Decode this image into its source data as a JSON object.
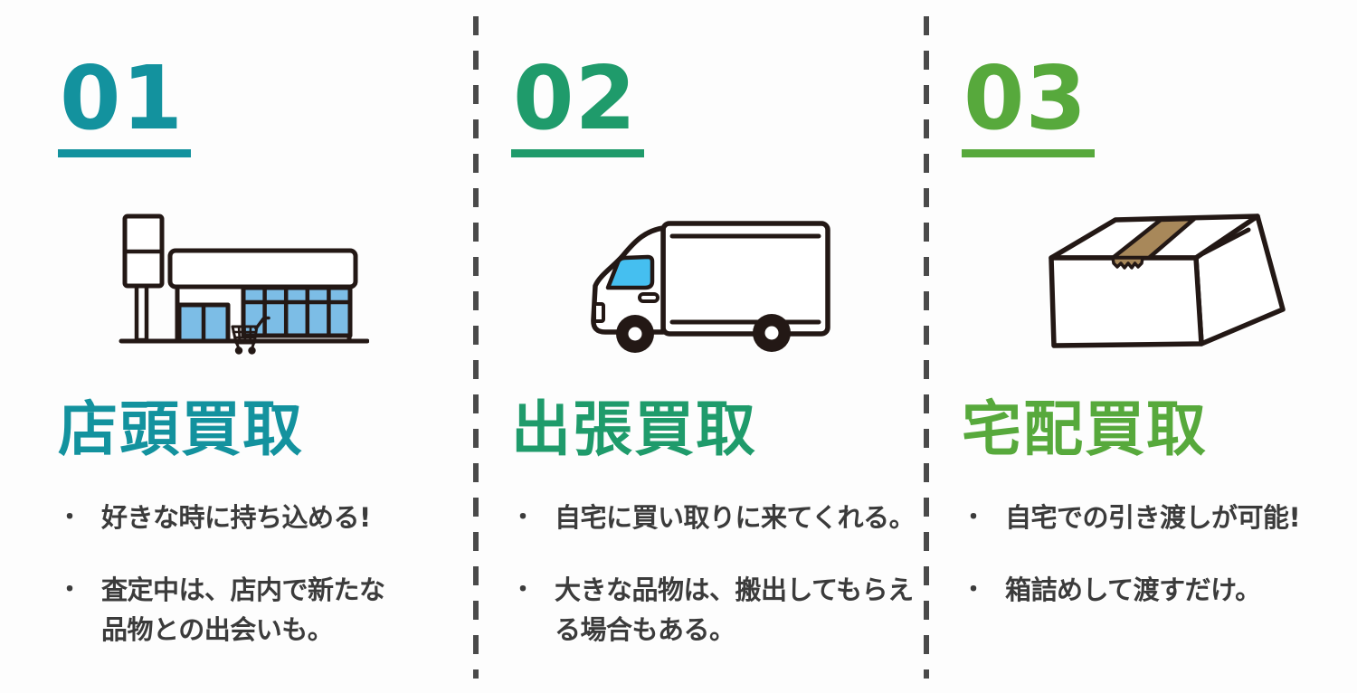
{
  "colors": {
    "background": "#FDFDFD",
    "accent-1": "#13929E",
    "accent-2": "#1F9B6B",
    "accent-3": "#57A93C",
    "outline": "#231815",
    "window-blue": "#7CBDE6",
    "glass-blue": "#45BFF0",
    "tape-brown": "#A8885A",
    "text-dark": "#3B3B3B",
    "divider-gray": "#4A4A4A"
  },
  "bullet_marker": "・",
  "columns": [
    {
      "number": "01",
      "icon": "storefront-icon",
      "title": "店頭買取",
      "bullets": [
        "好きな時に持ち込める!",
        "査定中は、店内で新たな\n品物との出会いも。"
      ]
    },
    {
      "number": "02",
      "icon": "truck-icon",
      "title": "出張買取",
      "bullets": [
        "自宅に買い取りに来てくれる。",
        "大きな品物は、搬出してもらえ\nる場合もある。"
      ]
    },
    {
      "number": "03",
      "icon": "cardboard-box-icon",
      "title": "宅配買取",
      "bullets": [
        "自宅での引き渡しが可能!",
        "箱詰めして渡すだけ。"
      ]
    }
  ]
}
